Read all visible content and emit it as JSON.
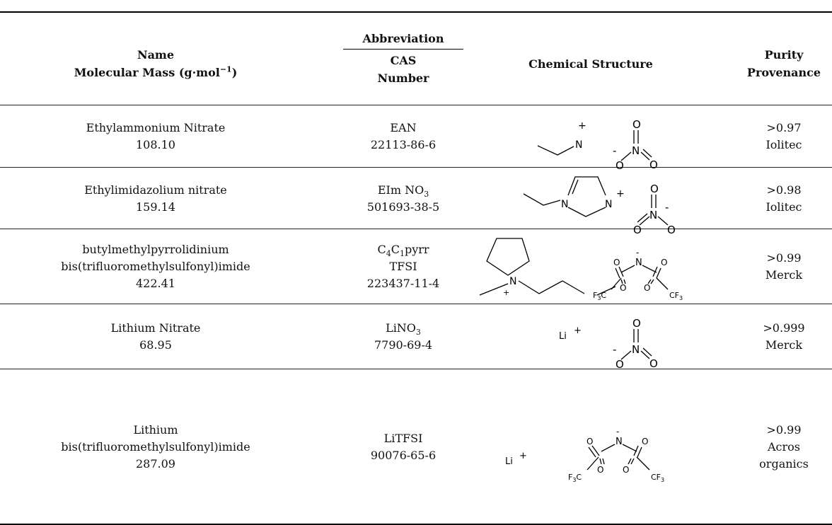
{
  "header": {
    "name_line1": "Name",
    "name_line2": "Molecular Mass (g·mol",
    "name_sup": "−1",
    "name_close": ")",
    "abbr_line1": "Abbreviation",
    "abbr_line2": "CAS",
    "abbr_line3": "Number",
    "structure": "Chemical Structure",
    "purity_line1": "Purity",
    "purity_line2": "Provenance"
  },
  "rows": [
    {
      "name": [
        "Ethylammonium Nitrate",
        "108.10"
      ],
      "abbr": "EAN",
      "cas": "22113-86-6",
      "purity": [
        "&gt;0.97",
        "Iolitec"
      ],
      "structure_labels": {
        "n": "N",
        "plus": "+",
        "o": "O",
        "minus": "-"
      }
    },
    {
      "name": [
        "Ethylimidazolium nitrate",
        "159.14"
      ],
      "abbr": "EIm NO",
      "abbr_sub": "3",
      "cas": "501693-38-5",
      "purity": [
        "&gt;0.98",
        "Iolitec"
      ],
      "structure_labels": {
        "n": "N",
        "plus": "+",
        "o": "O",
        "minus": "-"
      }
    },
    {
      "name": [
        "butylmethylpyrrolidinium",
        "bis(trifluoromethylsulfonyl)imide",
        "422.41"
      ],
      "abbr_parts": [
        "C",
        "4",
        "C",
        "1",
        "pyrr"
      ],
      "abbr2": "TFSI",
      "cas": "223437-11-4",
      "purity": [
        "&gt;0.99",
        "Merck"
      ],
      "structure_labels": {
        "n": "N",
        "plus": "+",
        "o": "O",
        "minus": "-",
        "cf3": "CF",
        "f3c": "F",
        "three": "3",
        "c": "C"
      }
    },
    {
      "name": [
        "Lithium Nitrate",
        "68.95"
      ],
      "abbr": "LiNO",
      "abbr_sub": "3",
      "cas": "7790-69-4",
      "purity": [
        "&gt;0.999",
        "Merck"
      ],
      "structure_labels": {
        "li": "Li",
        "plus": "+",
        "n": "N",
        "o": "O",
        "minus": "-"
      }
    },
    {
      "name": [
        "Lithium",
        "bis(trifluoromethylsulfonyl)imide",
        "287.09"
      ],
      "abbr": "LiTFSI",
      "cas": "90076-65-6",
      "purity": [
        "&gt;0.99",
        "Acros",
        "organics"
      ],
      "structure_labels": {
        "li": "Li",
        "plus": "+",
        "n": "N",
        "o": "O",
        "minus": "-",
        "cf3": "CF",
        "f3c": "F",
        "three": "3",
        "c": "C"
      }
    }
  ]
}
